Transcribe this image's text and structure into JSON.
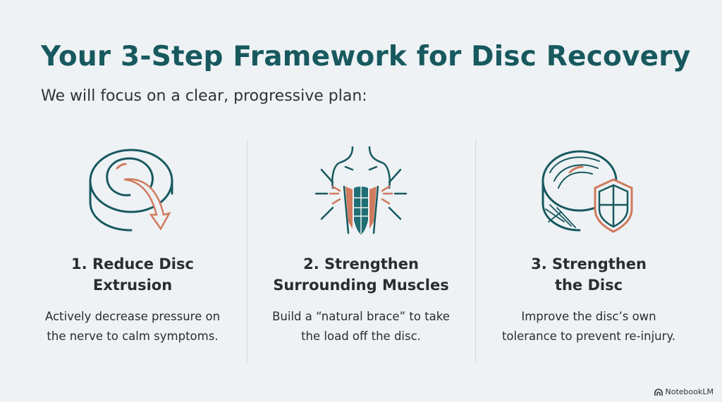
{
  "title": "Your 3-Step Framework for Disc Recovery",
  "subtitle": "We will focus on a clear, progressive plan:",
  "steps": [
    {
      "icon": "disc-arrow-icon",
      "heading_line1": "1. Reduce Disc",
      "heading_line2": "Extrusion",
      "desc_line1": "Actively decrease pressure on",
      "desc_line2": "the nerve to calm symptoms."
    },
    {
      "icon": "torso-muscles-icon",
      "heading_line1": "2. Strengthen",
      "heading_line2": "Surrounding Muscles",
      "desc_line1": "Build a “natural brace” to take",
      "desc_line2": "the load off the disc."
    },
    {
      "icon": "disc-shield-icon",
      "heading_line1": "3. Strengthen",
      "heading_line2": "the Disc",
      "desc_line1": "Improve the disc’s own",
      "desc_line2": "tolerance to prevent re-injury."
    }
  ],
  "brand": "NotebookLM",
  "colors": {
    "teal": "#17595e",
    "accent": "#d07a5e",
    "background": "#eef2f5"
  }
}
